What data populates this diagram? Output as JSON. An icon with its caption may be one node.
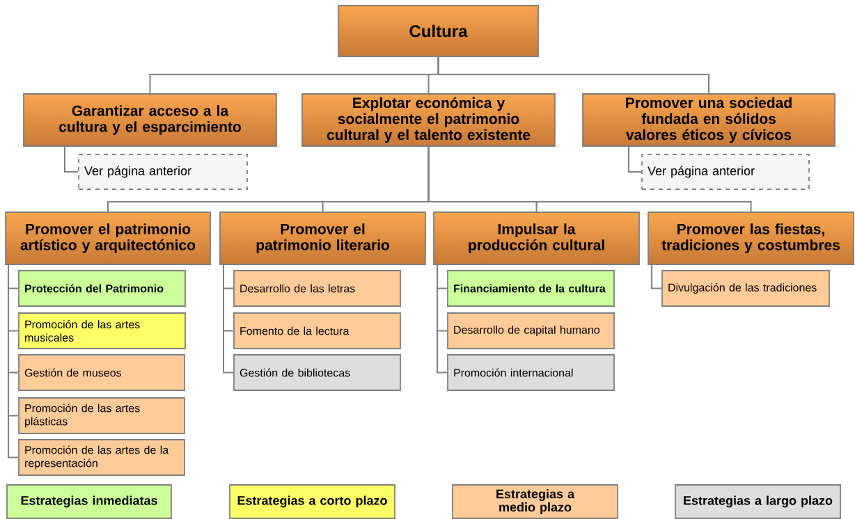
{
  "diagram": {
    "nodes": [
      {
        "text": [
          "Cultura"
        ]
      },
      {
        "text": [
          "Garantizar acceso a la cultura y el esparcimiento"
        ]
      },
      {
        "text": [
          "Explotar económica y socialmente el patrimonio cultural y el talento existente"
        ]
      },
      {
        "text": [
          "Promover una sociedad fundada en sólidos valores éticos y cívicos"
        ]
      },
      {
        "text": [
          "Ver página anterior"
        ]
      },
      {
        "text": [
          "Ver página anterior"
        ]
      },
      {
        "text": [
          "Promover el patrimonio artístico y arquitectónico"
        ]
      },
      {
        "text": [
          "Protección del Patrimonio"
        ]
      },
      {
        "text": [
          "Promoción de las artes musicales"
        ]
      },
      {
        "text": [
          "Gestión de museos"
        ]
      },
      {
        "text": [
          "Promoción de las artes plásticas"
        ]
      },
      {
        "text": [
          "Promoción de las artes de la representación"
        ]
      },
      {
        "text": [
          "Promover el patrimonio literario"
        ]
      },
      {
        "text": [
          "Desarrollo de las letras"
        ]
      },
      {
        "text": [
          "Fomento de la lectura"
        ]
      },
      {
        "text": [
          "Gestión de bibliotecas"
        ]
      },
      {
        "text": [
          "Impulsar la producción cultural"
        ]
      },
      {
        "text": [
          "Financiamiento de la cultura"
        ]
      },
      {
        "text": [
          "Desarrollo de capital humano"
        ]
      },
      {
        "text": [
          "Promoción internacional"
        ]
      },
      {
        "text": [
          "Promover las fiestas, tradiciones y costumbres"
        ]
      },
      {
        "text": [
          "Divulgación de las tradiciones"
        ]
      }
    ],
    "edges": [
      {
        "from": 0,
        "to": 1,
        "arrow": "none"
      },
      {
        "from": 0,
        "to": 2,
        "arrow": "none"
      },
      {
        "from": 0,
        "to": 3,
        "arrow": "none"
      },
      {
        "from": 1,
        "to": 4,
        "arrow": "none"
      },
      {
        "from": 3,
        "to": 5,
        "arrow": "none"
      },
      {
        "from": 2,
        "to": 6,
        "arrow": "none"
      },
      {
        "from": 2,
        "to": 12,
        "arrow": "none"
      },
      {
        "from": 2,
        "to": 16,
        "arrow": "none"
      },
      {
        "from": 2,
        "to": 20,
        "arrow": "none"
      },
      {
        "from": 6,
        "to": 7,
        "arrow": "none"
      },
      {
        "from": 6,
        "to": 8,
        "arrow": "none"
      },
      {
        "from": 6,
        "to": 9,
        "arrow": "none"
      },
      {
        "from": 6,
        "to": 10,
        "arrow": "none"
      },
      {
        "from": 6,
        "to": 11,
        "arrow": "none"
      },
      {
        "from": 12,
        "to": 13,
        "arrow": "none"
      },
      {
        "from": 12,
        "to": 14,
        "arrow": "none"
      },
      {
        "from": 12,
        "to": 15,
        "arrow": "none"
      },
      {
        "from": 16,
        "to": 17,
        "arrow": "none"
      },
      {
        "from": 16,
        "to": 18,
        "arrow": "none"
      },
      {
        "from": 16,
        "to": 19,
        "arrow": "none"
      },
      {
        "from": 20,
        "to": 21,
        "arrow": "none"
      }
    ],
    "legend": [
      {
        "text": "Estrategias inmediatas",
        "color": "#ccff99"
      },
      {
        "text": "Estrategias a corto plazo",
        "color": "#ffff66"
      },
      {
        "text": "Estrategias a medio plazo",
        "color": "#ffcc99"
      },
      {
        "text": "Estrategias a largo plazo",
        "color": "#dddddd"
      }
    ]
  }
}
